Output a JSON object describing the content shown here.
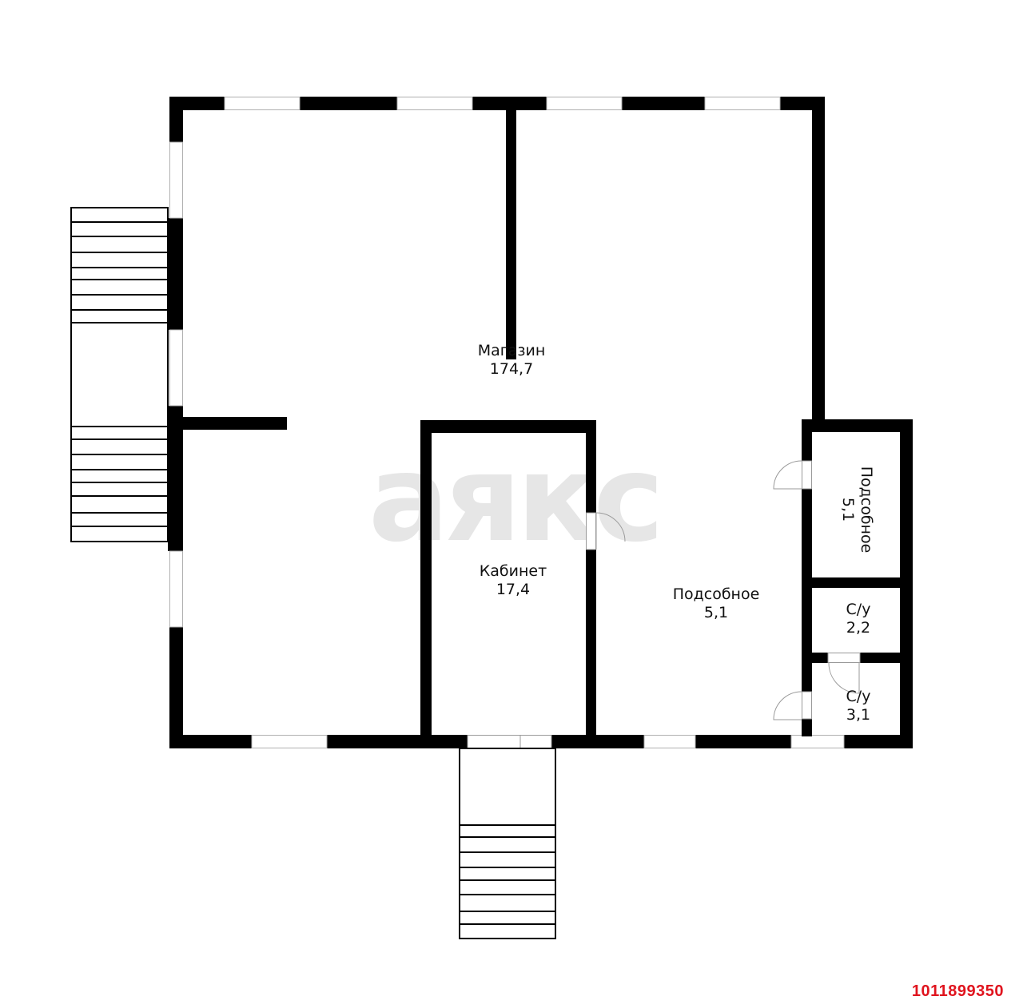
{
  "plan": {
    "watermark": "аякс",
    "listing_id": "1011899350",
    "colors": {
      "wall": "#000000",
      "window": "#ffffff",
      "window_outline": "#b0b0b0",
      "door_arc": "#9a9a9a",
      "watermark": "#e6e6e6",
      "listing_id": "#e0141e"
    },
    "rooms": [
      {
        "name": "Магазин",
        "area": "174,7"
      },
      {
        "name": "Кабинет",
        "area": "17,4"
      },
      {
        "name": "Подсобное",
        "area": "5,1"
      },
      {
        "name": "Подсобное",
        "area": "5,1"
      },
      {
        "name": "С/у",
        "area": "2,2"
      },
      {
        "name": "С/у",
        "area": "3,1"
      }
    ],
    "stairs": [
      {
        "location": "west-upper",
        "steps": 8
      },
      {
        "location": "west-lower",
        "steps": 8
      },
      {
        "location": "south-entrance",
        "steps": 8
      }
    ]
  }
}
